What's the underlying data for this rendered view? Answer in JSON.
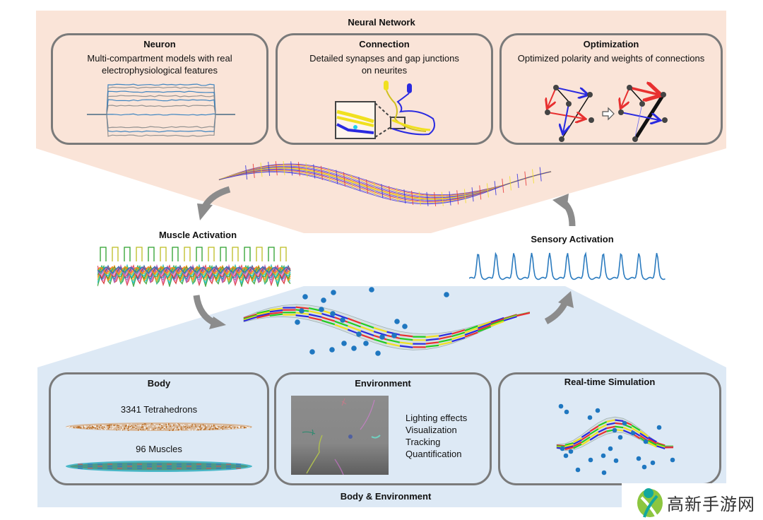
{
  "neural_network": {
    "title": "Neural Network",
    "panel_color": "#fae4d8",
    "boxes": [
      {
        "title": "Neuron",
        "description_lines": [
          "Multi-compartment models with real",
          "electrophysiological features"
        ]
      },
      {
        "title": "Connection",
        "description_lines": [
          "Detailed synapses and gap junctions",
          "on neurites"
        ]
      },
      {
        "title": "Optimization",
        "description_lines": [
          "Optimized polarity and weights of connections"
        ]
      }
    ]
  },
  "cycle": {
    "muscle_activation": "Muscle Activation",
    "sensory_activation": "Sensory Activation",
    "arrow_color": "#8c8c8c"
  },
  "body_environment": {
    "title": "Body & Environment",
    "panel_color": "#dde9f5",
    "boxes": [
      {
        "title": "Body",
        "labels": [
          "3341 Tetrahedrons",
          "96 Muscles"
        ]
      },
      {
        "title": "Environment",
        "features": [
          "Lighting effects",
          "Visualization",
          "Tracking",
          "Quantification"
        ]
      },
      {
        "title": "Real-time Simulation"
      }
    ]
  },
  "colors": {
    "neurite_blue": "#2a2ae0",
    "neurite_red": "#e83030",
    "neurite_yellow": "#f0e020",
    "dot_blue": "#1f77c0",
    "trace_blue": "#2b7bbf",
    "trace_grey": "#8a8a8a",
    "box_border": "#7a7a7a"
  },
  "watermark": {
    "text": "高新手游网"
  }
}
